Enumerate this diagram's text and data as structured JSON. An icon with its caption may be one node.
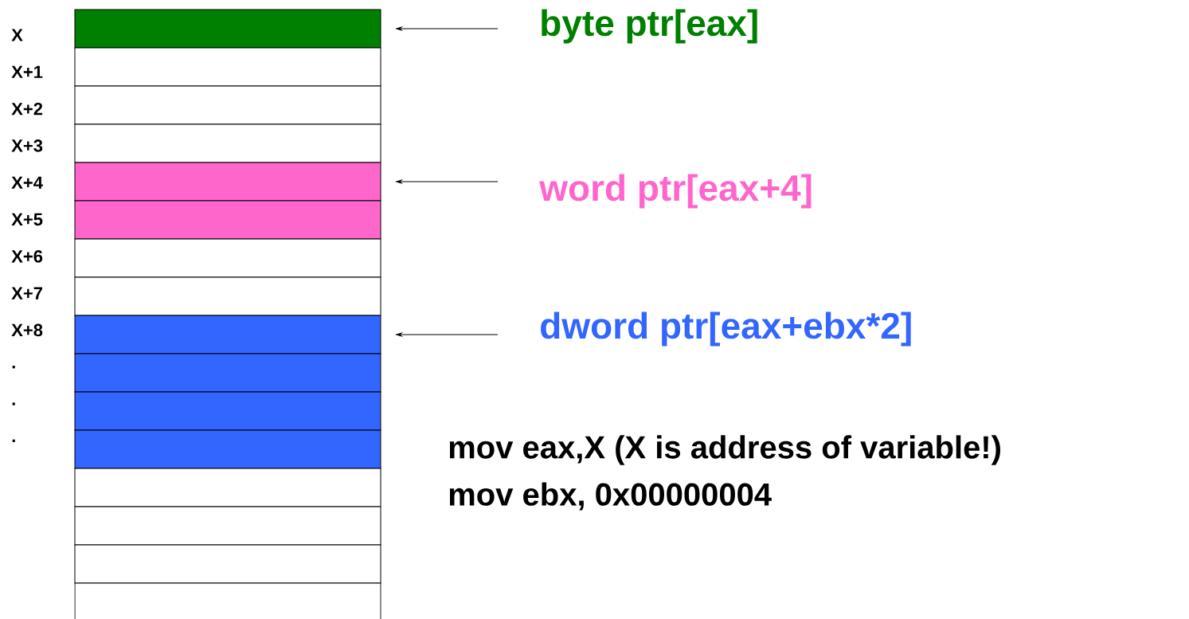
{
  "diagram": {
    "nodes": [
      {
        "text": [],
        "shape": "box"
      },
      {
        "text": [],
        "shape": "box"
      },
      {
        "text": [],
        "shape": "box"
      },
      {
        "text": [],
        "shape": "box"
      },
      {
        "text": [],
        "shape": "box"
      },
      {
        "text": [],
        "shape": "box"
      },
      {
        "text": [],
        "shape": "box"
      },
      {
        "text": [],
        "shape": "box"
      },
      {
        "text": [],
        "shape": "box"
      },
      {
        "text": [],
        "shape": "box"
      },
      {
        "text": [],
        "shape": "box"
      },
      {
        "text": [],
        "shape": "box"
      },
      {
        "text": [],
        "shape": "box"
      },
      {
        "text": [],
        "shape": "box"
      },
      {
        "text": [],
        "shape": "box"
      },
      {
        "text": [],
        "shape": "box"
      },
      {
        "text": [
          "byte ptr[eax]"
        ]
      },
      {
        "text": [
          "word ptr[eax+4]"
        ]
      },
      {
        "text": [
          "dword ptr[eax+ebx*2]"
        ]
      }
    ],
    "edges": [
      {
        "from": 16,
        "to": 0,
        "arrow": "to"
      },
      {
        "from": 17,
        "to": 4,
        "arrow": "to"
      },
      {
        "from": 18,
        "to": 8,
        "arrow": "to"
      }
    ],
    "labels": [
      "X",
      "X+1",
      "X+2",
      "X+3",
      "X+4",
      "X+5",
      "X+6",
      "X+7",
      "X+8",
      ".",
      ".",
      ".",
      "mov eax,X (X is address of variable!)",
      "mov ebx, 0x00000004"
    ]
  }
}
